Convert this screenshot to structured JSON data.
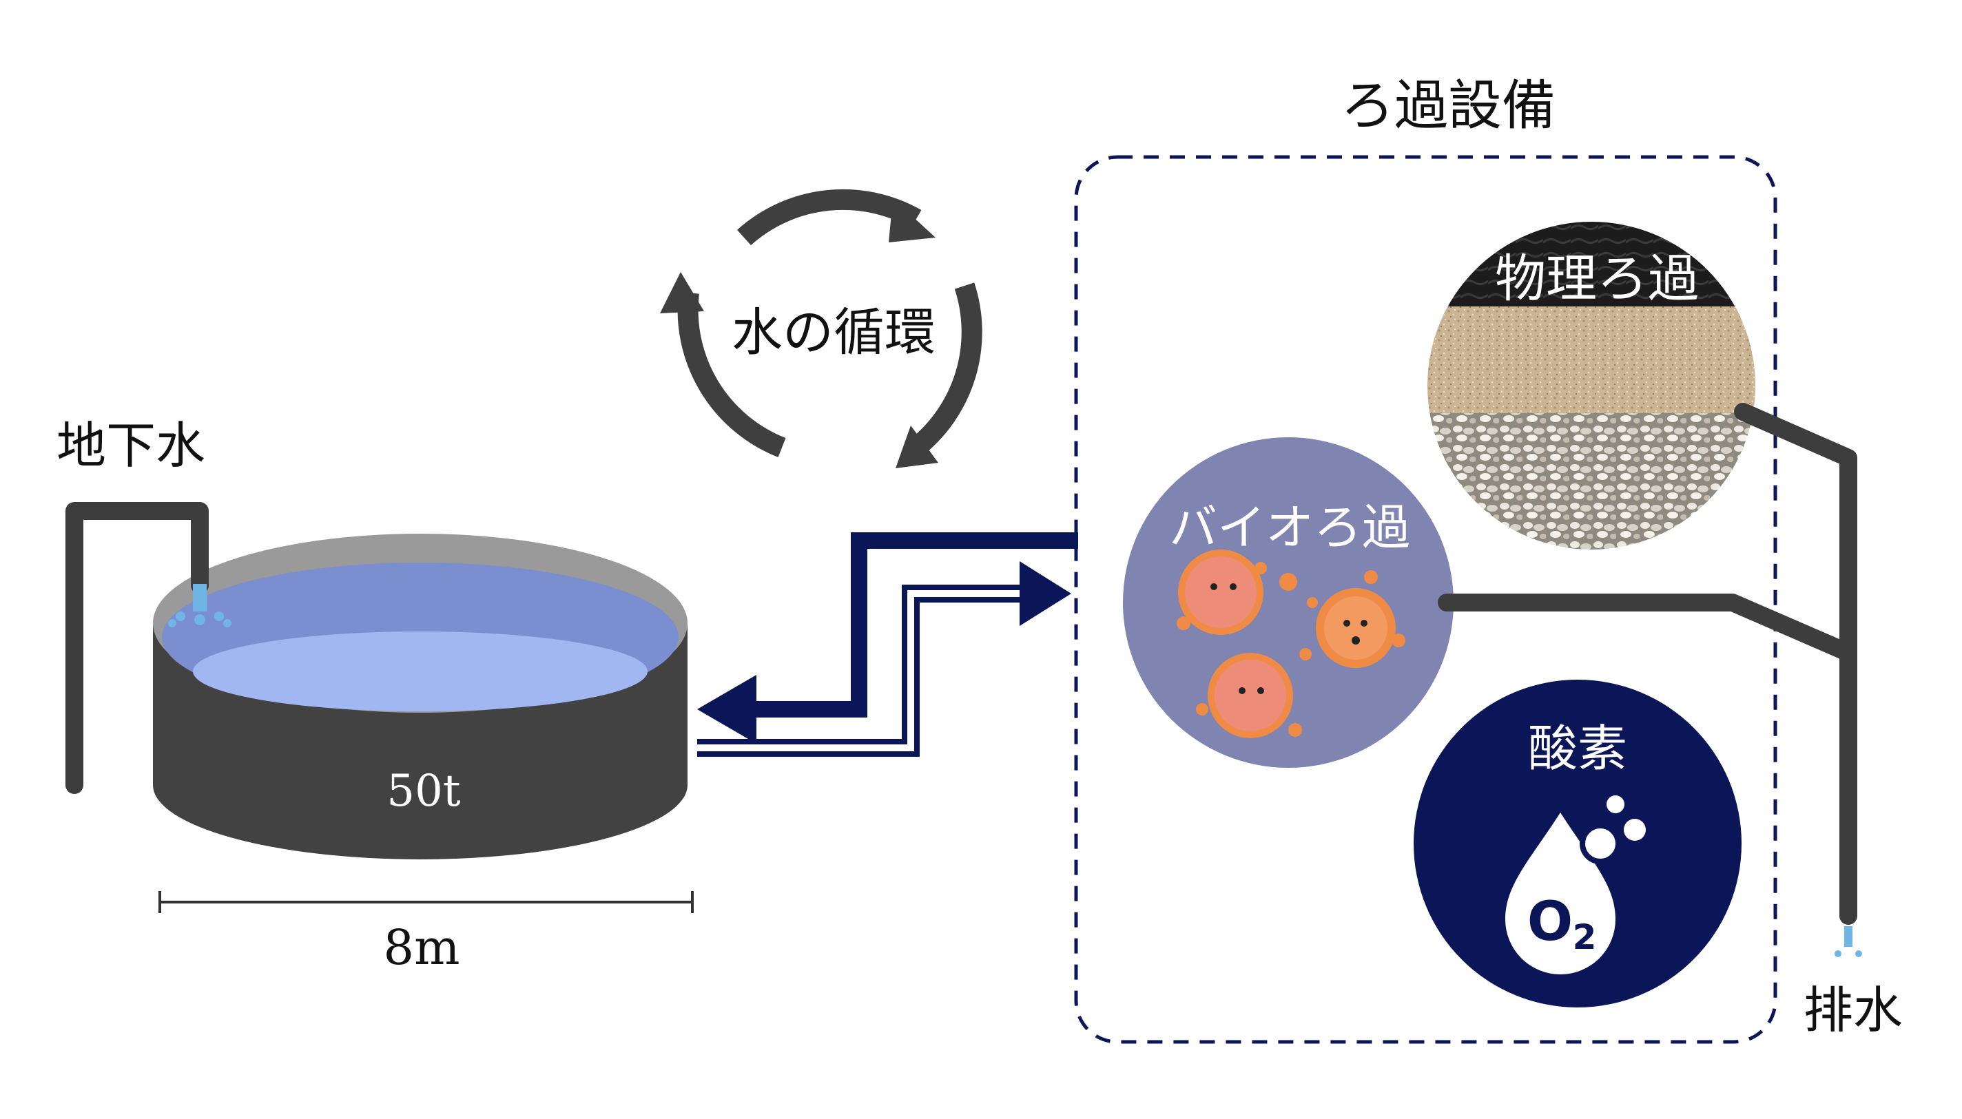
{
  "labels": {
    "groundwater": "地下水",
    "circulation": "水の循環",
    "filtration_title": "ろ過設備",
    "physical_filtration": "物理ろ過",
    "bio_filtration": "バイオろ過",
    "oxygen": "酸素",
    "oxygen_symbol": "O",
    "oxygen_subscript": "2",
    "drain": "排水",
    "tank_capacity": "50t",
    "tank_diameter": "8m"
  },
  "colors": {
    "tank_body": "#424242",
    "tank_rim": "#9a9a9a",
    "water_surface": "#7a8ed0",
    "water_inner": "#a2b6f2",
    "navy": "#0b1658",
    "pipe": "#3d3d3d",
    "bio_circle": "#7f84b0",
    "microbe_pink": "#ee8c7a",
    "microbe_orange": "#f08b45",
    "sand": "#cbb493",
    "gravel": "#d6d2c8",
    "dark_sand": "#262626",
    "water_drop": "#6fb6e6",
    "circulation_arrow": "#3f3f3f"
  }
}
